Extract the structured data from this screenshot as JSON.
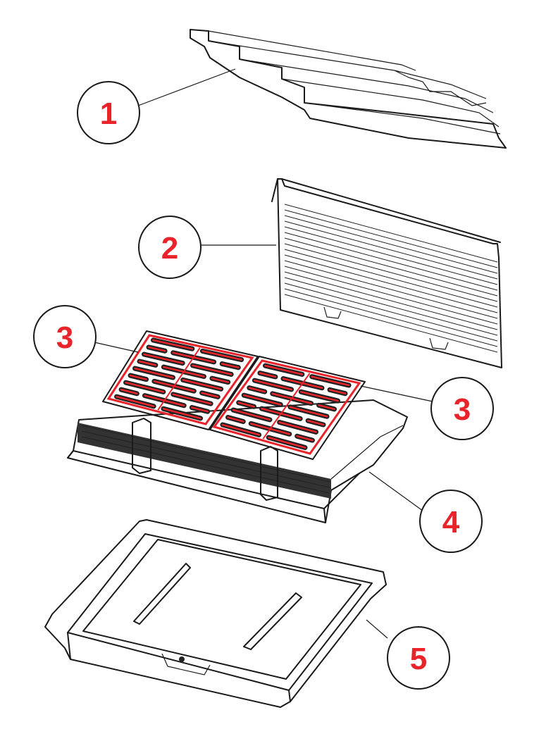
{
  "callouts": [
    {
      "label": "1",
      "part": "top-baffle"
    },
    {
      "label": "2",
      "part": "back-plate"
    },
    {
      "label": "3",
      "part": "grate-left"
    },
    {
      "label": "3",
      "part": "grate-right"
    },
    {
      "label": "4",
      "part": "grate-support"
    },
    {
      "label": "5",
      "part": "ash-pan"
    }
  ],
  "colors": {
    "callout_text": "#e8232a",
    "highlight": "#e8232a",
    "line": "#1a1a1a",
    "background": "#ffffff"
  }
}
